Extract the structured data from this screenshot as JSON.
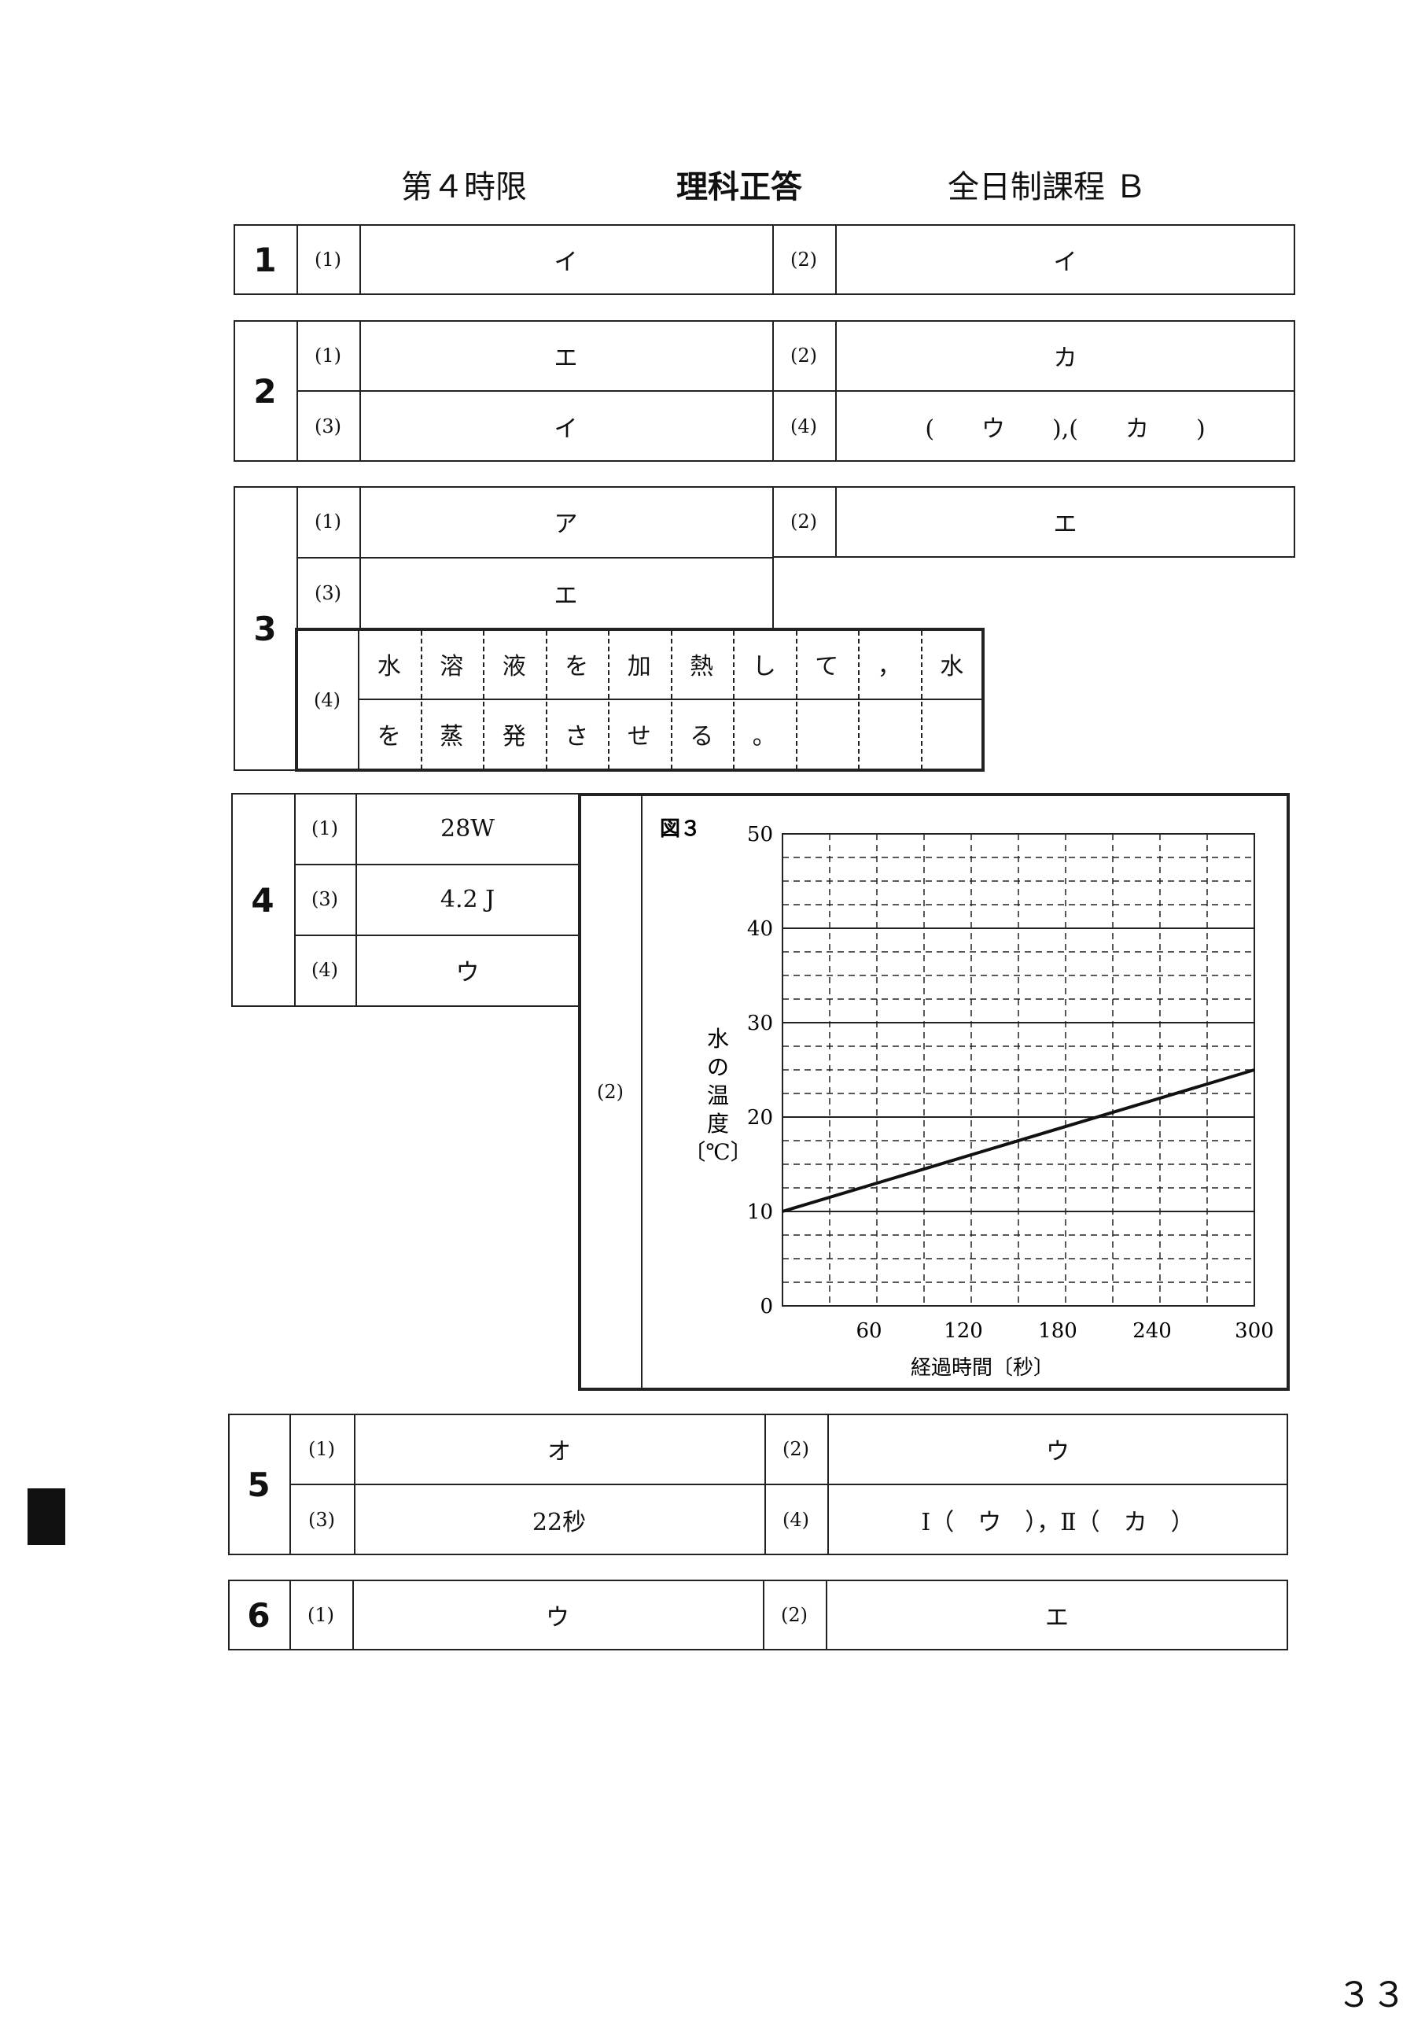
{
  "header": {
    "period": "第４時限",
    "subject": "理科正答",
    "course": "全日制課程 Ｂ"
  },
  "q1": {
    "num": "1",
    "items": [
      {
        "label": "(1)",
        "answer": "イ"
      },
      {
        "label": "(2)",
        "answer": "イ"
      }
    ]
  },
  "q2": {
    "num": "2",
    "items": [
      {
        "label": "(1)",
        "answer": "エ"
      },
      {
        "label": "(2)",
        "answer": "カ"
      },
      {
        "label": "(3)",
        "answer": "イ"
      },
      {
        "label": "(4)",
        "answer": "(　　ウ　　),(　　カ　　)"
      }
    ]
  },
  "q3": {
    "num": "3",
    "items": [
      {
        "label": "(1)",
        "answer": "ア"
      },
      {
        "label": "(2)",
        "answer": "エ"
      },
      {
        "label": "(3)",
        "answer": "エ"
      }
    ],
    "q4_label": "(4)",
    "grid_row1": [
      "水",
      "溶",
      "液",
      "を",
      "加",
      "熱",
      "し",
      "て",
      "，",
      "水"
    ],
    "grid_row2": [
      "を",
      "蒸",
      "発",
      "さ",
      "せ",
      "る",
      "。",
      "",
      "",
      ""
    ]
  },
  "q4": {
    "num": "4",
    "items": [
      {
        "label": "(1)",
        "answer": "28W"
      },
      {
        "label": "(3)",
        "answer": "4.2 J"
      },
      {
        "label": "(4)",
        "answer": "ウ"
      }
    ],
    "graph_label": "(2)"
  },
  "chart_data": {
    "type": "line",
    "title": "図３",
    "xlabel": "経過時間〔秒〕",
    "ylabel": [
      "水",
      "の",
      "温",
      "度",
      "〔℃〕"
    ],
    "xlim": [
      0,
      300
    ],
    "ylim": [
      0,
      50
    ],
    "xticks": [
      60,
      120,
      180,
      240,
      300
    ],
    "yticks": [
      0,
      10,
      20,
      30,
      40,
      50
    ],
    "series": [
      {
        "x": [
          0,
          300
        ],
        "y": [
          10,
          25
        ]
      }
    ],
    "grid": true
  },
  "q5": {
    "num": "5",
    "items": [
      {
        "label": "(1)",
        "answer": "オ"
      },
      {
        "label": "(2)",
        "answer": "ウ"
      },
      {
        "label": "(3)",
        "answer": "22秒"
      },
      {
        "label": "(4)",
        "answer": "Ⅰ（　ウ　），Ⅱ（　カ　）"
      }
    ]
  },
  "q6": {
    "num": "6",
    "items": [
      {
        "label": "(1)",
        "answer": "ウ"
      },
      {
        "label": "(2)",
        "answer": "エ"
      }
    ]
  },
  "page_number": "３３"
}
